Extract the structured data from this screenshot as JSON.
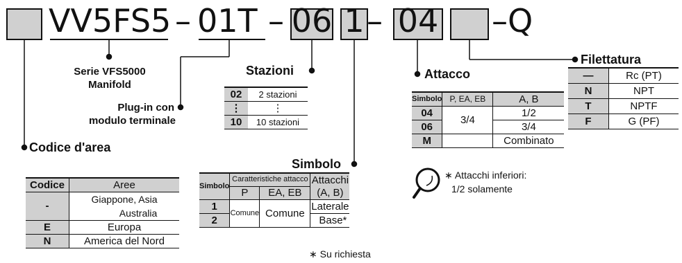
{
  "code": {
    "series": "VV5FS5",
    "dash": "–",
    "mounting": "01T",
    "stations": "06",
    "symbol": "1",
    "port": "04",
    "suffix": "–Q"
  },
  "labels": {
    "series_1": "Serie VFS5000",
    "series_2": "Manifold",
    "plugin_1": "Plug-in con",
    "plugin_2": "modulo terminale",
    "area": "Codice d'area",
    "stations": "Stazioni",
    "port": "Attacco",
    "symbol": "Simbolo",
    "thread": "Filettatura"
  },
  "stations_table": {
    "rows": [
      [
        "02",
        "2 stazioni"
      ],
      [
        "⋮",
        "⋮"
      ],
      [
        "10",
        "10 stazioni"
      ]
    ]
  },
  "port_table": {
    "headers": [
      "Simbolo",
      "P, EA, EB",
      "A, B"
    ],
    "rows": [
      [
        "04",
        "3/4",
        "1/2"
      ],
      [
        "06",
        "",
        "3/4"
      ],
      [
        "M",
        "",
        "Combinato"
      ]
    ]
  },
  "thread_table": {
    "rows": [
      [
        "—",
        "Rc (PT)"
      ],
      [
        "N",
        "NPT"
      ],
      [
        "T",
        "NPTF"
      ],
      [
        "F",
        "G (PF)"
      ]
    ]
  },
  "area_table": {
    "headers": [
      "Codice",
      "Aree"
    ],
    "rows": [
      [
        "-",
        "Giappone, Asia",
        "Australia"
      ],
      [
        "E",
        "Europa"
      ],
      [
        "N",
        "America del Nord"
      ]
    ]
  },
  "symbol_table": {
    "headers": [
      "Simbolo",
      "Caratteristiche attacco",
      "Attacchi",
      "P",
      "EA, EB",
      "(A, B)"
    ],
    "rows": [
      [
        "1",
        "Comune",
        "Comune",
        "Laterale"
      ],
      [
        "2",
        "",
        "",
        "Base*"
      ]
    ]
  },
  "notes": {
    "on_request": "∗ Su richiesta",
    "bottom_1": "∗ Attacchi inferiori:",
    "bottom_2": "1/2 solamente"
  }
}
